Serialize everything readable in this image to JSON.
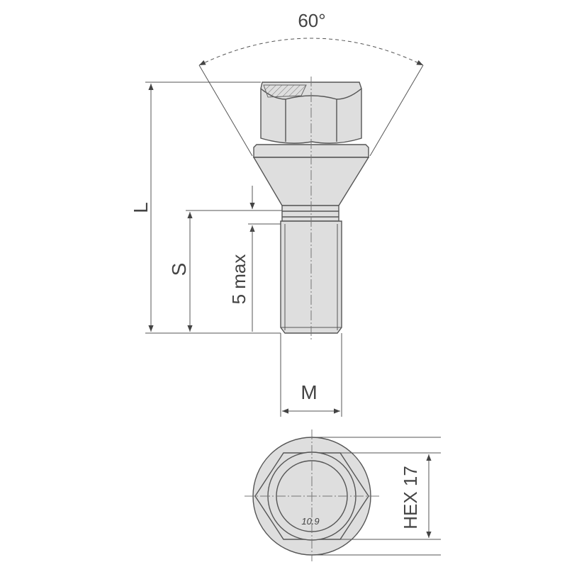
{
  "labels": {
    "angle": "60°",
    "length": "L",
    "shank": "S",
    "undercut": "5 max",
    "thread": "M",
    "hex": "HEX 17",
    "grade": "10.9"
  },
  "colors": {
    "line": "#555555",
    "fill": "#dedede",
    "text": "#444444"
  }
}
